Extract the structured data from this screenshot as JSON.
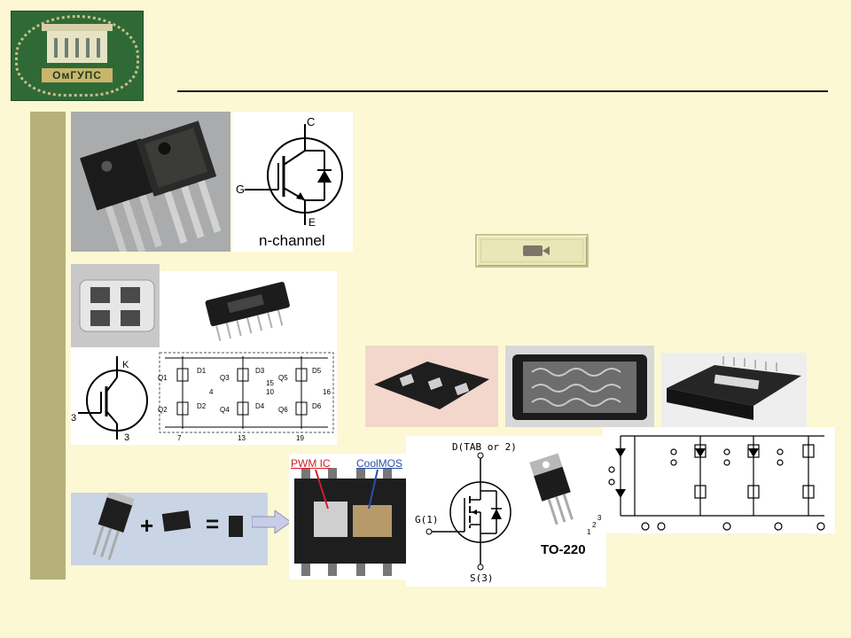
{
  "logo": {
    "text": "ОмГУПС"
  },
  "schematic_igbt": {
    "collector_label": "C",
    "gate_label": "G",
    "emitter_label": "E",
    "caption": "n-channel"
  },
  "module_schematic": {
    "k_label": "K",
    "pin3_label": "3",
    "pin3b_label": "3",
    "bridge_labels": [
      "Q1",
      "D1",
      "Q2",
      "D2",
      "Q3",
      "D3",
      "Q4",
      "D4",
      "Q5",
      "D5",
      "Q6",
      "D6"
    ],
    "pin_numbers": [
      "7",
      "13",
      "19",
      "4",
      "10",
      "15",
      "16"
    ]
  },
  "coolmos": {
    "plus": "+",
    "equals": "=",
    "pwm_label": "PWM IC",
    "coolmos_label": "CoolMOS"
  },
  "mosfet": {
    "drain_label": "D(TAB or 2)",
    "gate_label": "G(1)",
    "source_label": "S(3)",
    "package_label": "TO-220",
    "pin_1": "1",
    "pin_2": "2",
    "pin_3": "3"
  },
  "colors": {
    "background": "#fcf8d4",
    "side_bar": "#b7b07a",
    "logo_green": "#2f6a36",
    "pwm_red": "#d0202a",
    "coolmos_blue": "#2a4fa8"
  }
}
